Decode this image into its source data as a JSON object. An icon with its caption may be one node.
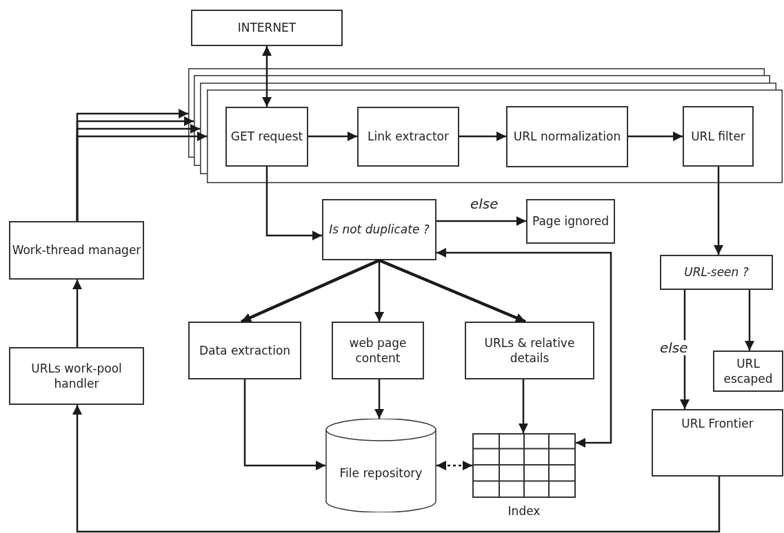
{
  "diagram": {
    "nodes": [
      {
        "text": [
          "INTERNET"
        ]
      },
      {
        "text": [],
        "shape": "box"
      },
      {
        "text": [
          "GET request"
        ],
        "in": 1
      },
      {
        "text": [
          "Link extractor"
        ],
        "in": 1
      },
      {
        "text": [
          "URL normalization"
        ],
        "in": 1
      },
      {
        "text": [
          "URL filter"
        ],
        "in": 1
      },
      {
        "text": [
          "Work-thread manager"
        ]
      },
      {
        "text": [
          "Is not duplicate ?"
        ]
      },
      {
        "text": [
          "Page ignored"
        ]
      },
      {
        "text": [
          "URL-seen ?"
        ]
      },
      {
        "text": [
          "URLs work-pool handler"
        ]
      },
      {
        "text": [
          "Data extraction"
        ]
      },
      {
        "text": [
          "web page content"
        ]
      },
      {
        "text": [
          "URLs & relative details"
        ]
      },
      {
        "text": [
          "URL escaped"
        ]
      },
      {
        "text": [
          "File repository"
        ]
      },
      {
        "text": [
          "Index"
        ]
      },
      {
        "text": [
          "URL Frontier"
        ]
      }
    ],
    "edges": [
      {
        "from": 0,
        "to": 2,
        "arrow": "both"
      },
      {
        "from": 2,
        "to": 3,
        "arrow": "to"
      },
      {
        "from": 3,
        "to": 4,
        "arrow": "to"
      },
      {
        "from": 4,
        "to": 5,
        "arrow": "to"
      },
      {
        "from": 6,
        "to": 1,
        "arrow": "to"
      },
      {
        "from": 6,
        "to": 1,
        "arrow": "to"
      },
      {
        "from": 6,
        "to": 1,
        "arrow": "to"
      },
      {
        "from": 6,
        "to": 1,
        "arrow": "to"
      },
      {
        "from": 2,
        "to": 7,
        "arrow": "to"
      },
      {
        "from": 7,
        "to": 8,
        "arrow": "to",
        "label": "else"
      },
      {
        "from": 5,
        "to": 9,
        "arrow": "to"
      },
      {
        "from": 7,
        "to": 11,
        "arrow": "to",
        "style": "thick"
      },
      {
        "from": 7,
        "to": 12,
        "arrow": "to"
      },
      {
        "from": 7,
        "to": 13,
        "arrow": "to",
        "style": "thick"
      },
      {
        "from": 16,
        "to": 7,
        "arrow": "both"
      },
      {
        "from": 9,
        "to": 14,
        "arrow": "to"
      },
      {
        "from": 9,
        "to": 17,
        "arrow": "to",
        "label": "else"
      },
      {
        "from": 10,
        "to": 6,
        "arrow": "to"
      },
      {
        "from": 11,
        "to": 15,
        "arrow": "to"
      },
      {
        "from": 12,
        "to": 15,
        "arrow": "to"
      },
      {
        "from": 13,
        "to": 16,
        "arrow": "to"
      },
      {
        "from": 15,
        "to": 16,
        "arrow": "both",
        "style": "dashed"
      },
      {
        "from": 17,
        "to": 10,
        "arrow": "to"
      }
    ]
  }
}
